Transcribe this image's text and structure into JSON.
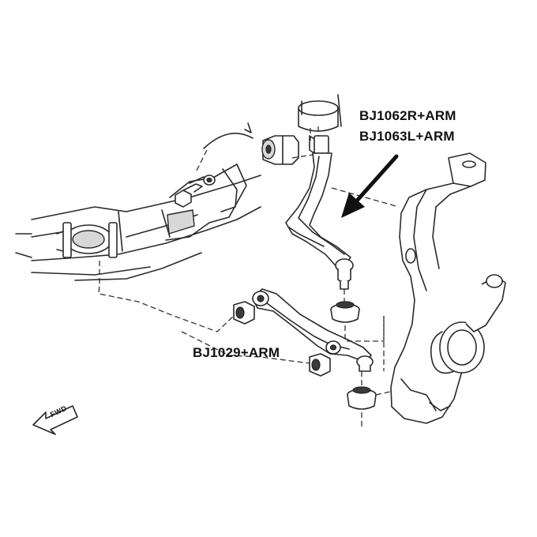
{
  "labels": {
    "upper_arm_right": "BJ1062R+ARM",
    "upper_arm_left": "BJ1063L+ARM",
    "lower_arm": "BJ1029+ARM"
  },
  "fwd_indicator": {
    "text": "FWD",
    "icon": "fwd-arrow-icon"
  },
  "colors": {
    "ink": "#2a2a2a",
    "label": "#111111",
    "background": "#ffffff"
  }
}
